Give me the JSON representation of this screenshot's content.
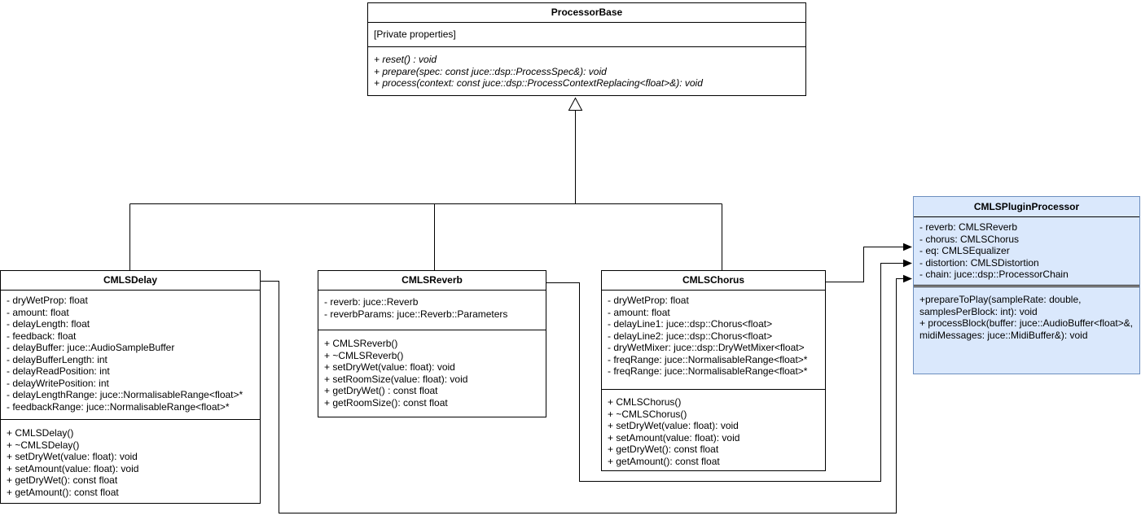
{
  "canvas": {
    "background": "#ffffff"
  },
  "colors": {
    "box_fill": "#ffffff",
    "box_border": "#000000",
    "highlight_fill": "#dae8fc",
    "highlight_border": "#6c8ebf",
    "connector": "#000000"
  },
  "classes": {
    "base": {
      "title": "ProcessorBase",
      "properties": [
        "[Private properties]"
      ],
      "methods": [
        "+ reset() : void",
        "+ prepare(spec: const juce::dsp::ProcessSpec&): void",
        "+ process(context: const juce::dsp::ProcessContextReplacing<float>&): void"
      ]
    },
    "delay": {
      "title": "CMLSDelay",
      "attributes": [
        "- dryWetProp: float",
        "- amount: float",
        "- delayLength: float",
        "- feedback: float",
        "- delayBuffer: juce::AudioSampleBuffer",
        "- delayBufferLength: int",
        "- delayReadPosition: int",
        "- delayWritePosition: int",
        "- delayLengthRange: juce::NormalisableRange<float>*",
        "- feedbackRange: juce::NormalisableRange<float>*"
      ],
      "methods": [
        "+ CMLSDelay()",
        "+ ~CMLSDelay()",
        "+ setDryWet(value: float): void",
        "+ setAmount(value: float): void",
        "+ getDryWet(): const float",
        "+ getAmount(): const float"
      ]
    },
    "reverb": {
      "title": "CMLSReverb",
      "attributes": [
        "- reverb: juce::Reverb",
        "- reverbParams: juce::Reverb::Parameters"
      ],
      "methods": [
        "+ CMLSReverb()",
        "+ ~CMLSReverb()",
        "+ setDryWet(value: float): void",
        "+ setRoomSize(value: float): void",
        "+ getDryWet() : const float",
        "+ getRoomSize(): const float"
      ]
    },
    "chorus": {
      "title": "CMLSChorus",
      "attributes": [
        "- dryWetProp: float",
        "- amount: float",
        "- delayLine1: juce::dsp::Chorus<float>",
        "- delayLine2: juce::dsp::Chorus<float>",
        "- dryWetMixer: juce::dsp::DryWetMixer<float>",
        "- freqRange: juce::NormalisableRange<float>*",
        "- freqRange: juce::NormalisableRange<float>*"
      ],
      "methods": [
        "+ CMLSChorus()",
        "+ ~CMLSChorus()",
        "+ setDryWet(value: float): void",
        "+ setAmount(value: float): void",
        "+ getDryWet(): const float",
        "+ getAmount(): const float"
      ]
    },
    "plugin": {
      "title": "CMLSPluginProcessor",
      "attributes": [
        "- reverb: CMLSReverb",
        "- chorus: CMLSChorus",
        "- eq: CMLSEqualizer",
        "- distortion: CMLSDistortion",
        "- chain: juce::dsp::ProcessorChain"
      ],
      "methods": [
        "+prepareToPlay(sampleRate: double, samplesPerBlock: int): void",
        "+ processBlock(buffer: juce::AudioBuffer<float>&, midiMessages: juce::MidiBuffer&): void"
      ]
    }
  },
  "relationships": {
    "inheritance": {
      "parent": "ProcessorBase",
      "children": [
        "CMLSDelay",
        "CMLSReverb",
        "CMLSChorus"
      ]
    },
    "associations": [
      {
        "from": "CMLSDelay",
        "to": "CMLSPluginProcessor"
      },
      {
        "from": "CMLSReverb",
        "to": "CMLSPluginProcessor"
      },
      {
        "from": "CMLSChorus",
        "to": "CMLSPluginProcessor"
      }
    ]
  }
}
